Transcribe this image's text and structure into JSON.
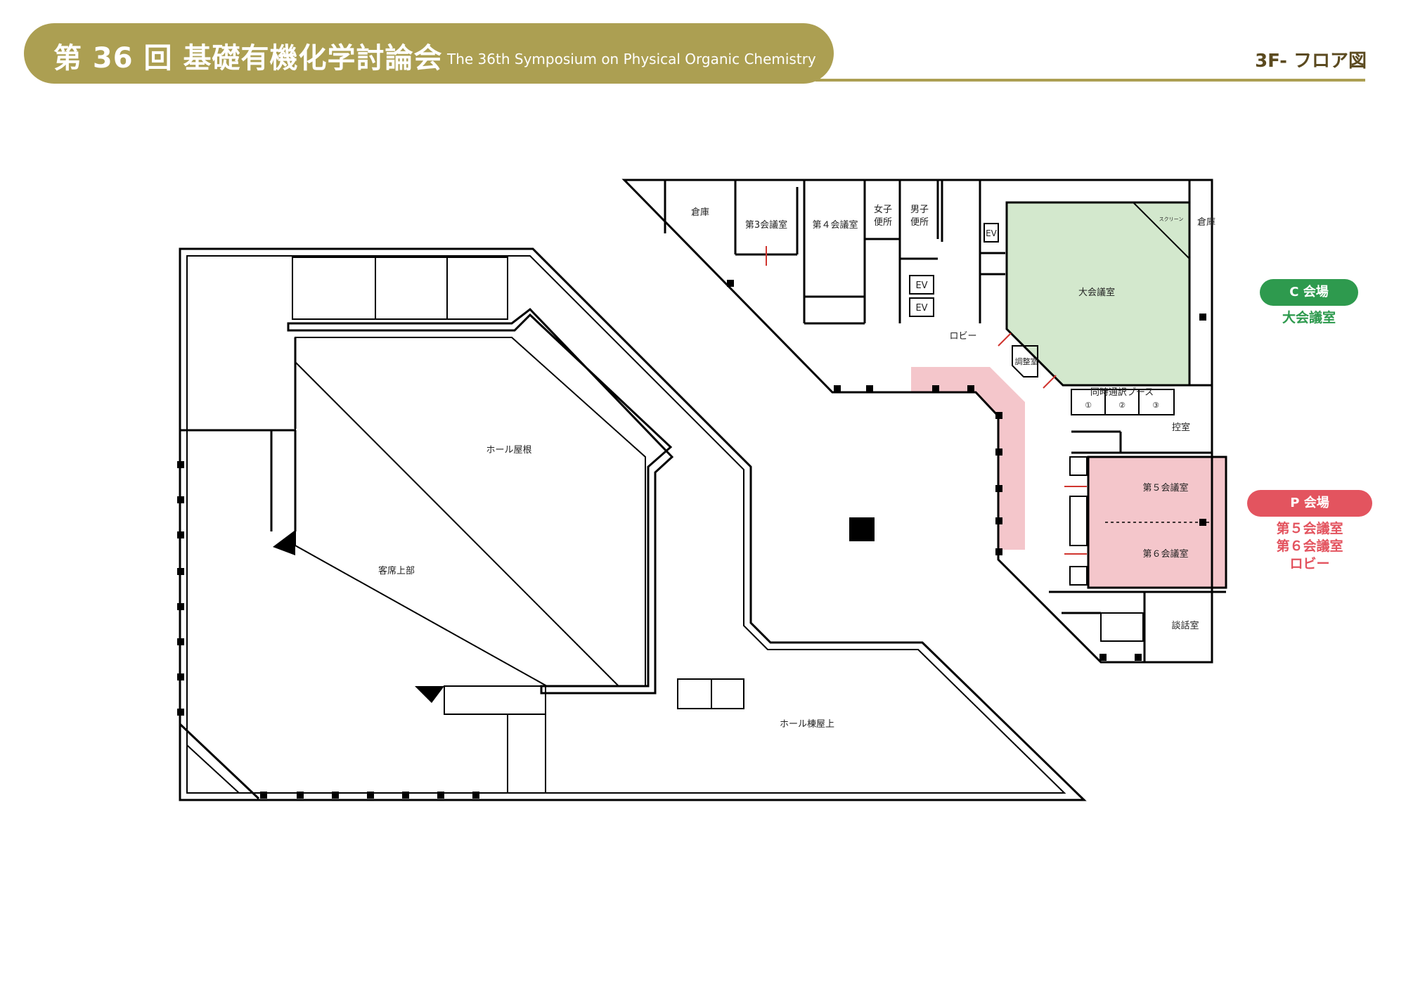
{
  "header": {
    "title": "第 36 回 基礎有機化学討論会",
    "subtitle": "The 36th Symposium on Physical Organic Chemistry",
    "floor": "3F- フロア図"
  },
  "colors": {
    "gold": "#ac9f52",
    "c_venue": "#2e9a4e",
    "p_venue": "#e3545f",
    "c_fill": "#d3e8cd",
    "p_fill": "#f4c6cb"
  },
  "legend": {
    "c": {
      "badge": "C 会場",
      "rooms": [
        "大会議室"
      ]
    },
    "p": {
      "badge": "P 会場",
      "rooms": [
        "第５会議室",
        "第６会議室",
        "ロビー"
      ]
    }
  },
  "rooms": {
    "storage_left": "倉庫",
    "conf3": "第3会議室",
    "conf4": "第４会議室",
    "women_1": "女子",
    "women_2": "便所",
    "men_1": "男子",
    "men_2": "便所",
    "ev": "EV",
    "storage_right": "倉庫",
    "screen": "スクリーン",
    "large_conf": "大会議室",
    "lobby": "ロビー",
    "adjust": "調整室",
    "interp": "同時通訳ブース",
    "booth1": "①",
    "booth2": "②",
    "booth3": "③",
    "waiting": "控室",
    "conf5": "第５会議室",
    "conf6": "第６会議室",
    "lounge": "談話室",
    "hall_roof": "ホール屋根",
    "upper_seats": "客席上部",
    "hall_top": "ホール棟屋上"
  }
}
